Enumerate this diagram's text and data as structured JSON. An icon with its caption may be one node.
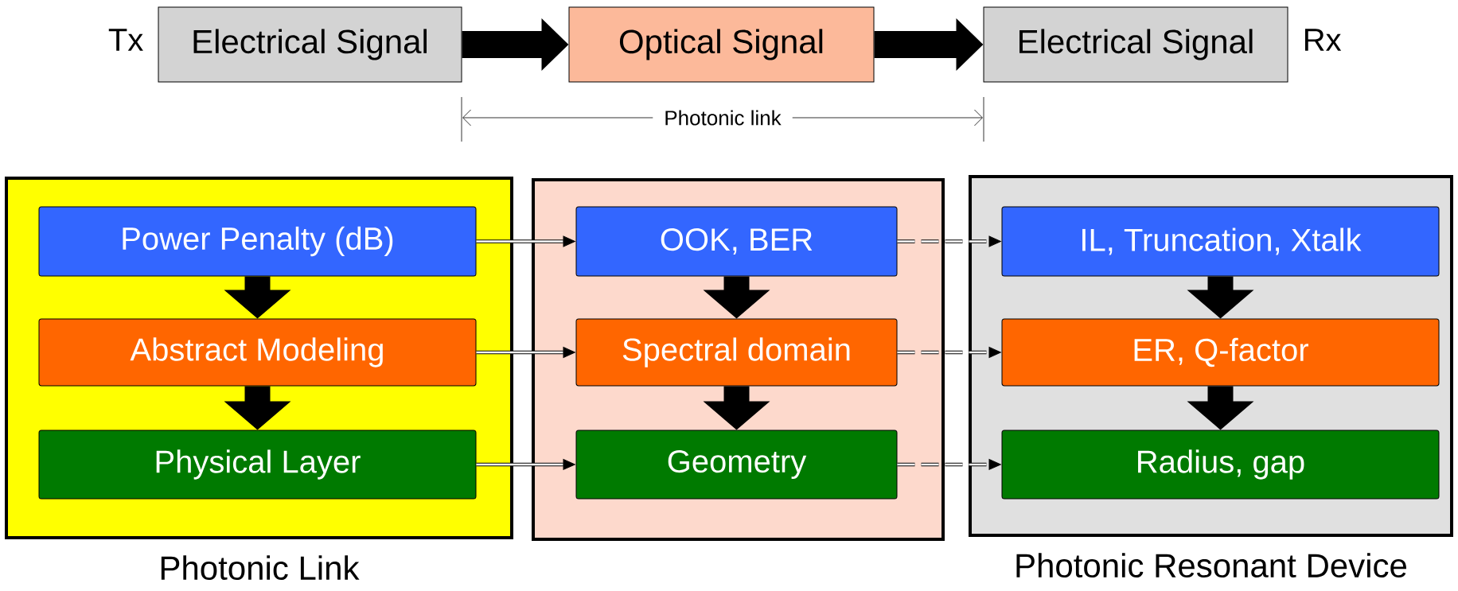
{
  "diagram": {
    "nodes": [
      {
        "text": [
          "Electrical Signal"
        ],
        "beside": [
          "Tx"
        ]
      },
      {
        "text": [
          "Optical Signal"
        ]
      },
      {
        "text": [
          "Electrical Signal"
        ],
        "beside": [
          "Rx"
        ]
      },
      {
        "text": [
          "Photonic Link"
        ]
      },
      {
        "text": [
          "Power Penalty (dB)"
        ],
        "in": 3
      },
      {
        "text": [
          "Abstract Modeling"
        ],
        "in": 3
      },
      {
        "text": [
          "Physical Layer"
        ],
        "in": 3
      },
      {
        "text": [],
        "shape": "box"
      },
      {
        "text": [
          "OOK, BER"
        ],
        "in": 7
      },
      {
        "text": [
          "Spectral domain"
        ],
        "in": 7
      },
      {
        "text": [
          "Geometry"
        ],
        "in": 7
      },
      {
        "text": [
          "Photonic Resonant Device"
        ]
      },
      {
        "text": [
          "IL, Truncation, Xtalk"
        ],
        "in": 11
      },
      {
        "text": [
          "ER, Q-factor"
        ],
        "in": 11
      },
      {
        "text": [
          "Radius, gap"
        ],
        "in": 11
      }
    ],
    "edges": [
      {
        "from": 0,
        "to": 1,
        "arrow": "to"
      },
      {
        "from": 1,
        "to": 2,
        "arrow": "to"
      },
      {
        "from": 4,
        "to": 5,
        "arrow": "to"
      },
      {
        "from": 5,
        "to": 6,
        "arrow": "to"
      },
      {
        "from": 8,
        "to": 9,
        "arrow": "to"
      },
      {
        "from": 9,
        "to": 10,
        "arrow": "to"
      },
      {
        "from": 12,
        "to": 13,
        "arrow": "to"
      },
      {
        "from": 13,
        "to": 14,
        "arrow": "to"
      },
      {
        "from": 4,
        "to": 8,
        "arrow": "to"
      },
      {
        "from": 5,
        "to": 9,
        "arrow": "to"
      },
      {
        "from": 6,
        "to": 10,
        "arrow": "to"
      },
      {
        "from": 8,
        "to": 12,
        "arrow": "to",
        "style": "dashed"
      },
      {
        "from": 9,
        "to": 13,
        "arrow": "to",
        "style": "dashed"
      },
      {
        "from": 10,
        "to": 14,
        "arrow": "to",
        "style": "dashed"
      }
    ],
    "labels": [
      "Photonic link"
    ]
  }
}
